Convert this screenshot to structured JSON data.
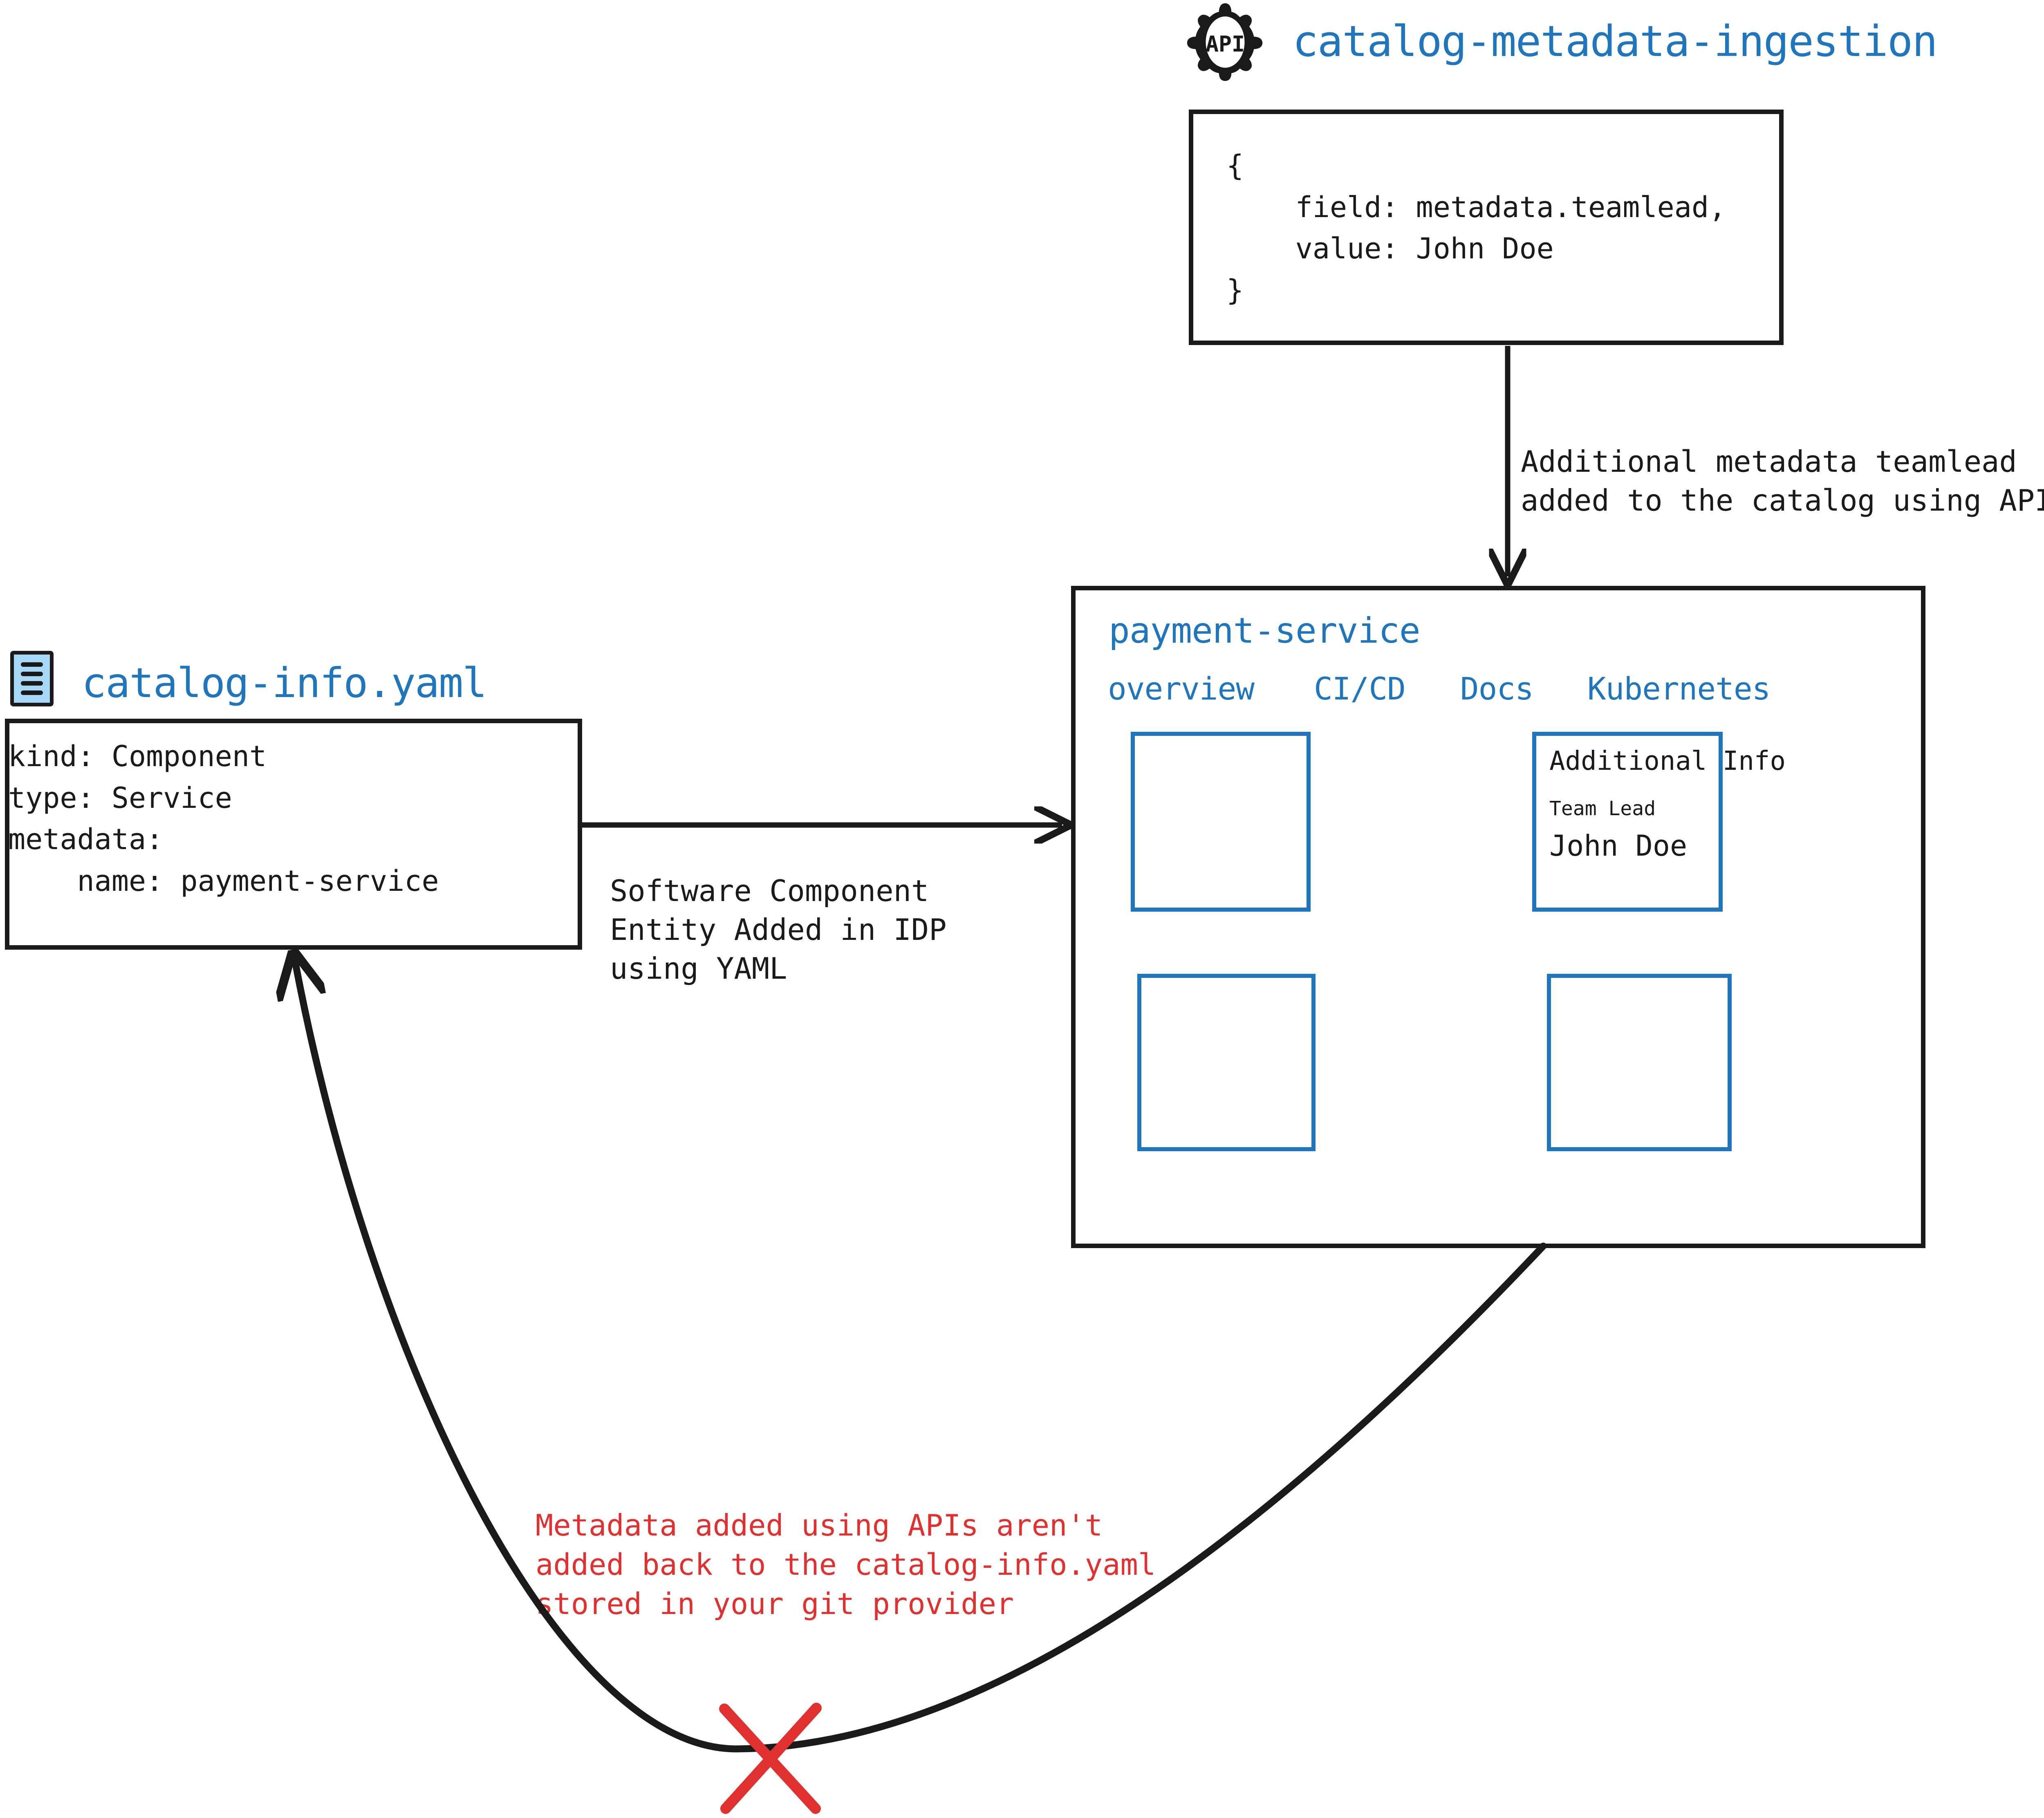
{
  "colors": {
    "accent_blue": "#1f76bd",
    "warning_red": "#e03030",
    "ink": "#1a1a1a",
    "icon_fill": "#a7d8f8",
    "background": "#ffffff"
  },
  "api_source": {
    "icon": "api-gear-icon",
    "icon_text": "API",
    "title": "catalog-metadata-ingestion",
    "payload": "{\n    field: metadata.teamlead,\n    value: John Doe\n}"
  },
  "yaml_source": {
    "icon": "yaml-file-icon",
    "title": "catalog-info.yaml",
    "content": "kind: Component\ntype: Service\nmetadata:\n    name: payment-service"
  },
  "arrows": {
    "api_to_panel_label": "Additional metadata teamlead\nadded to the catalog using APIs",
    "yaml_to_panel_label": "Software Component\nEntity Added in IDP\nusing YAML",
    "panel_to_yaml_label": "Metadata added using APIs aren't\nadded back to the catalog-info.yaml\nstored in your git provider",
    "blocked_marker": "red-x-icon"
  },
  "panel": {
    "title": "payment-service",
    "tabs": [
      {
        "label": "overview"
      },
      {
        "label": "CI/CD"
      },
      {
        "label": "Docs"
      },
      {
        "label": "Kubernetes"
      }
    ],
    "cards": {
      "overview_card": {
        "title": ""
      },
      "additional_info": {
        "title": "Additional Info",
        "key": "Team Lead",
        "value": "John Doe"
      },
      "bottom_left_card": {
        "title": ""
      },
      "bottom_right_card": {
        "title": ""
      }
    }
  }
}
